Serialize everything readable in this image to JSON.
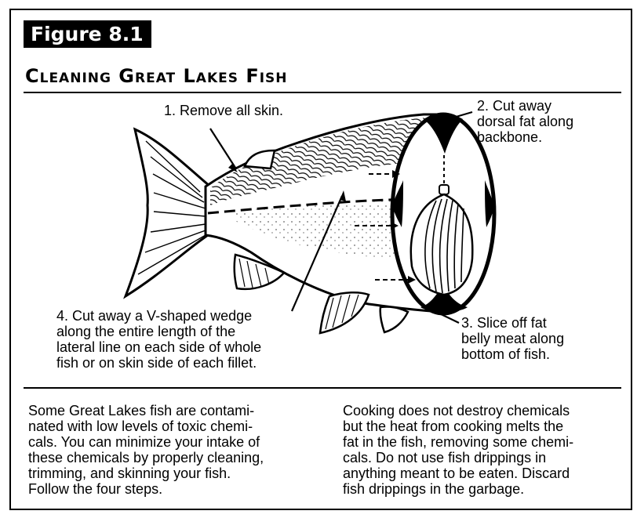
{
  "figure": {
    "badge": "Figure 8.1",
    "title": "Cleaning Great Lakes Fish"
  },
  "steps": {
    "step1": "1. Remove all skin.",
    "step2": "2. Cut away\ndorsal fat along\nbackbone.",
    "step3": "3. Slice off fat\nbelly meat along\nbottom of fish.",
    "step4": "4. Cut away a V-shaped wedge\nalong the entire length of the\nlateral line on each side of whole\nfish or on skin side of each fillet."
  },
  "body": {
    "left_paragraph": "Some Great Lakes fish are contami-\nnated with low levels of toxic chemi-\ncals.  You can minimize your intake of\nthese chemicals by properly cleaning,\ntrimming, and skinning your fish.\nFollow the four steps.",
    "right_paragraph": "Cooking does not destroy chemicals\nbut the heat from cooking melts the\nfat in the fish, removing some chemi-\ncals.  Do not use fish drippings in\nanything meant to be eaten.  Discard\nfish drippings in the garbage."
  }
}
